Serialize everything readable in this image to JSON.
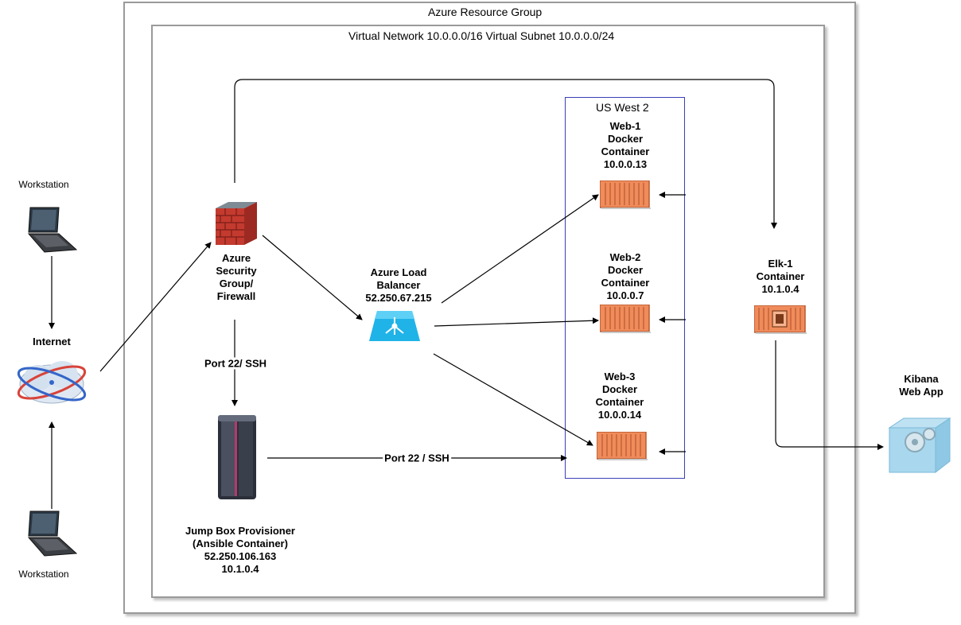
{
  "containers": {
    "resource_group": "Azure Resource Group",
    "vnet": "Virtual Network 10.0.0.0/16 Virtual Subnet 10.0.0.0/24",
    "region": "US West 2"
  },
  "workstation_top": {
    "label": "Workstation",
    "icon": "laptop-icon"
  },
  "workstation_bottom": {
    "label": "Workstation",
    "icon": "laptop-icon"
  },
  "internet": {
    "label": "Internet",
    "icon": "cloud-network-icon"
  },
  "firewall": {
    "lines": [
      "Azure",
      "Security",
      "Group/",
      "Firewall"
    ],
    "icon": "firewall-icon"
  },
  "load_balancer": {
    "lines": [
      "Azure Load",
      "Balancer",
      "52.250.67.215"
    ],
    "icon": "load-balancer-icon"
  },
  "jumpbox": {
    "lines": [
      "Jump Box Provisioner",
      "(Ansible Container)",
      "52.250.106.163",
      "10.1.0.4"
    ],
    "icon": "server-icon"
  },
  "web1": {
    "lines": [
      "Web-1",
      "Docker",
      "Container",
      "10.0.0.13"
    ],
    "icon": "container-icon"
  },
  "web2": {
    "lines": [
      "Web-2",
      "Docker",
      "Container",
      "10.0.0.7"
    ],
    "icon": "container-icon"
  },
  "web3": {
    "lines": [
      "Web-3",
      "Docker",
      "Container",
      "10.0.0.14"
    ],
    "icon": "container-icon"
  },
  "elk": {
    "lines": [
      "Elk-1",
      "Container",
      "10.1.0.4"
    ],
    "icon": "chip-container-icon"
  },
  "kibana": {
    "lines": [
      "Kibana",
      "Web App"
    ],
    "icon": "web-app-box-icon"
  },
  "edges": {
    "firewall_to_jumpbox": "Port 22/ SSH",
    "jumpbox_to_web3": "Port 22 / SSH"
  },
  "colors": {
    "border": "#9a9a9a",
    "region_border": "#3b3fb4",
    "container_orange": "#f08b5b",
    "firewall_red": "#c43a2e",
    "lb_blue": "#1fb3e8"
  }
}
